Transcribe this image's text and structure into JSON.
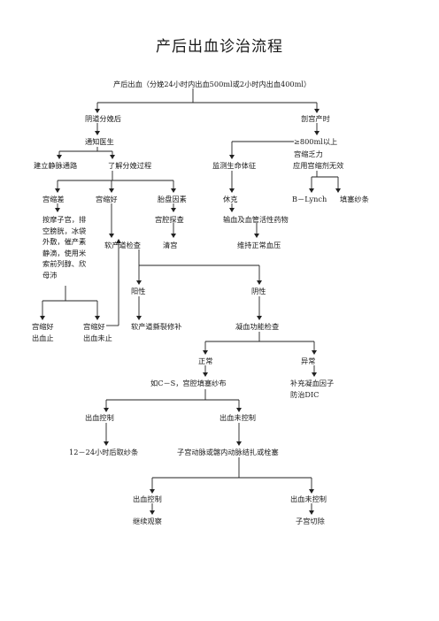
{
  "title": "产后出血诊治流程",
  "nodes": {
    "root": "产后出血（分娩24小时内出血500ml或2小时内出血400ml）",
    "vaginal": "阴道分娩后",
    "cesarean": "剖宫产时",
    "notify": "通知医生",
    "over800": "≥800ml以上",
    "atony": "宫缩乏力",
    "iv": "建立静脉通路",
    "delivery": "了解分娩过程",
    "vitals": "监测生命体征",
    "uterotonic": "应用宫缩剂无效",
    "poor_contraction": "宫缩差",
    "good_contraction": "宫缩好",
    "placenta": "胎盘因素",
    "shock": "休克",
    "blynch": "B－Lynch",
    "packing": "填塞纱条",
    "massage": "按摩子宫，排空膀胱，冰袋外敷，催产素静滴，使用米索前列醇、欣母沛",
    "uterine_explore": "宫腔探查",
    "transfusion": "输血及血管活性药物",
    "canal_check": "软产道检查",
    "curettage": "清宫",
    "maintain_bp": "维持正常血压",
    "positive": "阳性",
    "negative": "阴性",
    "good_stop_1": "宫缩好",
    "good_stop_2": "出血止",
    "good_cont_1": "宫缩好",
    "good_cont_2": "出血未止",
    "repair": "软产道撕裂修补",
    "coag": "凝血功能检查",
    "normal": "正常",
    "abnormal": "异常",
    "cs_packing": "如C－S，宫腔填塞纱布",
    "factors": "补充凝血因子",
    "dic": "防治DIC",
    "controlled": "出血控制",
    "uncontrolled": "出血未控制",
    "remove_gauze": "12－24小时后取纱条",
    "ligation": "子宫动脉或髂内动脉结扎或栓塞",
    "controlled2": "出血控制",
    "uncontrolled2": "出血未控制",
    "observe": "继续观察",
    "hysterectomy": "子宫切除"
  }
}
